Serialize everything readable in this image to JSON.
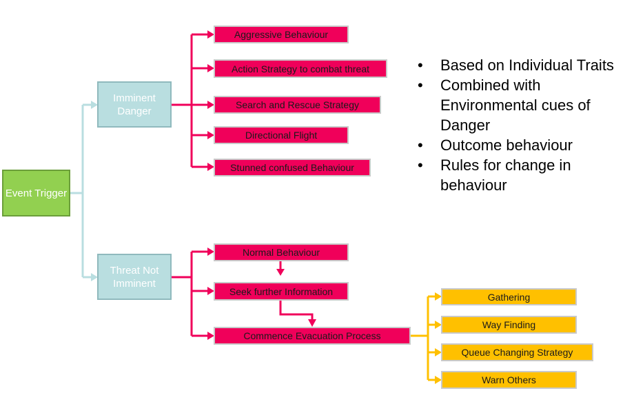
{
  "colors": {
    "trigger": "#92d050",
    "branch": "#b9dee0",
    "behaviour": "#f0005a",
    "evacuation": "#ffc000",
    "connector_light": "#b9dee0",
    "connector_pink": "#f0005a",
    "connector_gold": "#ffc000"
  },
  "root": {
    "label": "Event Trigger"
  },
  "branches": [
    {
      "label": "Imminent Danger"
    },
    {
      "label": "Threat Not Imminent"
    }
  ],
  "imminent_behaviours": [
    "Aggressive Behaviour",
    "Action Strategy to combat threat",
    "Search and Rescue Strategy",
    "Directional Flight",
    "Stunned confused Behaviour"
  ],
  "non_imminent_steps": [
    "Normal Behaviour",
    "Seek further Information",
    "Commence Evacuation Process"
  ],
  "evacuation_steps": [
    "Gathering",
    "Way Finding",
    "Queue Changing Strategy",
    "Warn Others"
  ],
  "bullets": [
    "Based on Individual Traits",
    "Combined with Environmental cues of Danger",
    "Outcome behaviour",
    "Rules for change in behaviour"
  ],
  "bullet_glyph": "•"
}
